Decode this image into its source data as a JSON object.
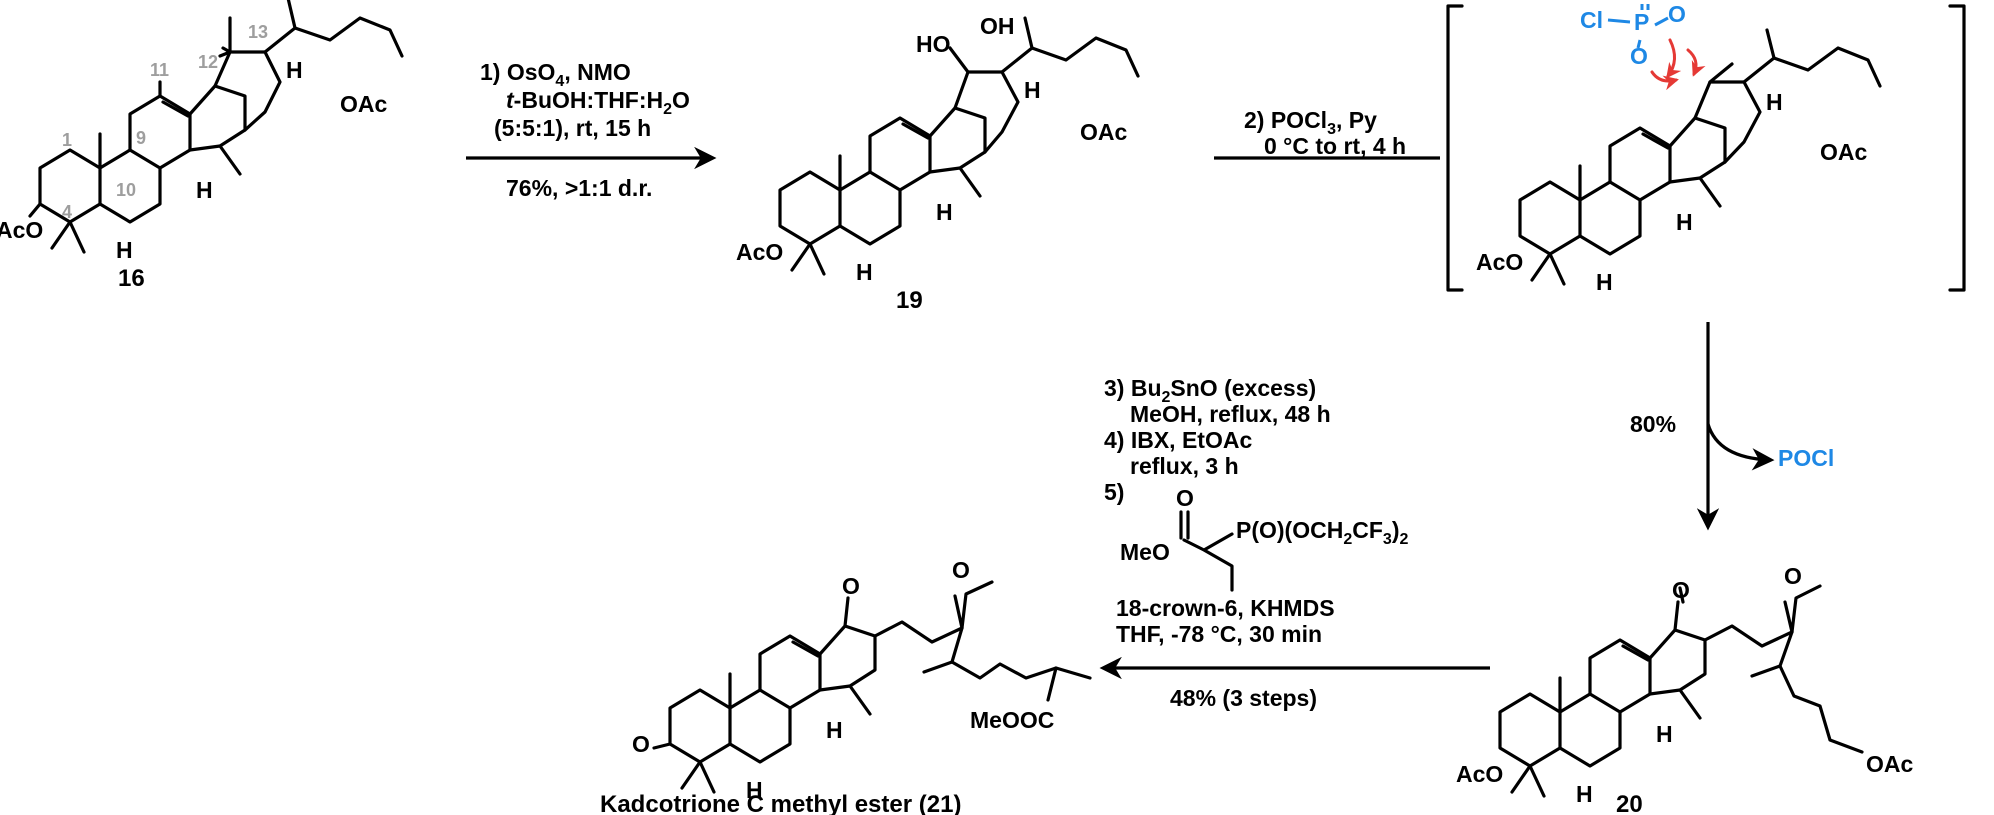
{
  "compounds": {
    "c16": {
      "label": "16",
      "substituents": {
        "oac": "OAc",
        "aco": "AcO",
        "h_ring": "H",
        "h_side": "H",
        "h_a": "H"
      },
      "numbering": [
        "1",
        "9",
        "11",
        "12",
        "13",
        "10",
        "4"
      ]
    },
    "c19": {
      "label": "19",
      "substituents": {
        "oac": "OAc",
        "aco": "AcO",
        "oh": "OH",
        "ho": "HO",
        "h_ring": "H",
        "h_side": "H",
        "h_a": "H"
      }
    },
    "inter": {
      "substituents": {
        "cl": "Cl",
        "p": "P",
        "o_top": "O",
        "o_right": "O",
        "o_bottom": "O",
        "oac": "OAc",
        "aco": "AcO",
        "h_ring": "H",
        "h_side": "H",
        "h_a": "H"
      }
    },
    "c20": {
      "label": "20",
      "substituents": {
        "oac": "OAc",
        "aco": "AcO",
        "o_ketone": "O",
        "o_acetyl": "O",
        "h_ring": "H",
        "h_a": "H"
      }
    },
    "c21": {
      "label": "Kadcotrione C methyl ester (21)",
      "substituents": {
        "o_ketone": "O",
        "o_acetyl": "O",
        "o_ring": "O",
        "meooc": "MeOOC",
        "h_ring": "H",
        "h_a": "H"
      }
    }
  },
  "steps": {
    "s1": {
      "line1": "1) OsO",
      "sub1": "4",
      "line1b": ", NMO",
      "line2_italic": "t",
      "line2": "-BuOH:THF:H",
      "sub2": "2",
      "line2b": "O",
      "line3": "(5:5:1), rt, 15 h",
      "yield": "76%, >1:1 d.r."
    },
    "s2": {
      "line1": "2) POCl",
      "sub1": "3",
      "line1b": ", Py",
      "line2": "0 °C to rt, 4 h"
    },
    "s_down": {
      "yield": "80%",
      "byproduct": "POCl"
    },
    "s345": {
      "l1": "3) Bu",
      "l1sub": "2",
      "l1b": "SnO (excess)",
      "l2": "MeOH, reflux, 48 h",
      "l3": "4) IBX, EtOAc",
      "l4": "reflux, 3 h",
      "l5": "5)",
      "reagent_o": "O",
      "reagent_meo": "MeO",
      "reagent_p": "P(O)(OCH",
      "reagent_p_sub1": "2",
      "reagent_p_mid": "CF",
      "reagent_p_sub2": "3",
      "reagent_p_end": ")",
      "reagent_p_sub3": "2",
      "l6": "18-crown-6, KHMDS",
      "l7": "THF, -78 °C, 30 min",
      "yield": "48% (3 steps)"
    }
  },
  "colors": {
    "highlight_blue": "#1e88e5",
    "arrow_red": "#e53935",
    "locant_gray": "#9e9e9e"
  }
}
